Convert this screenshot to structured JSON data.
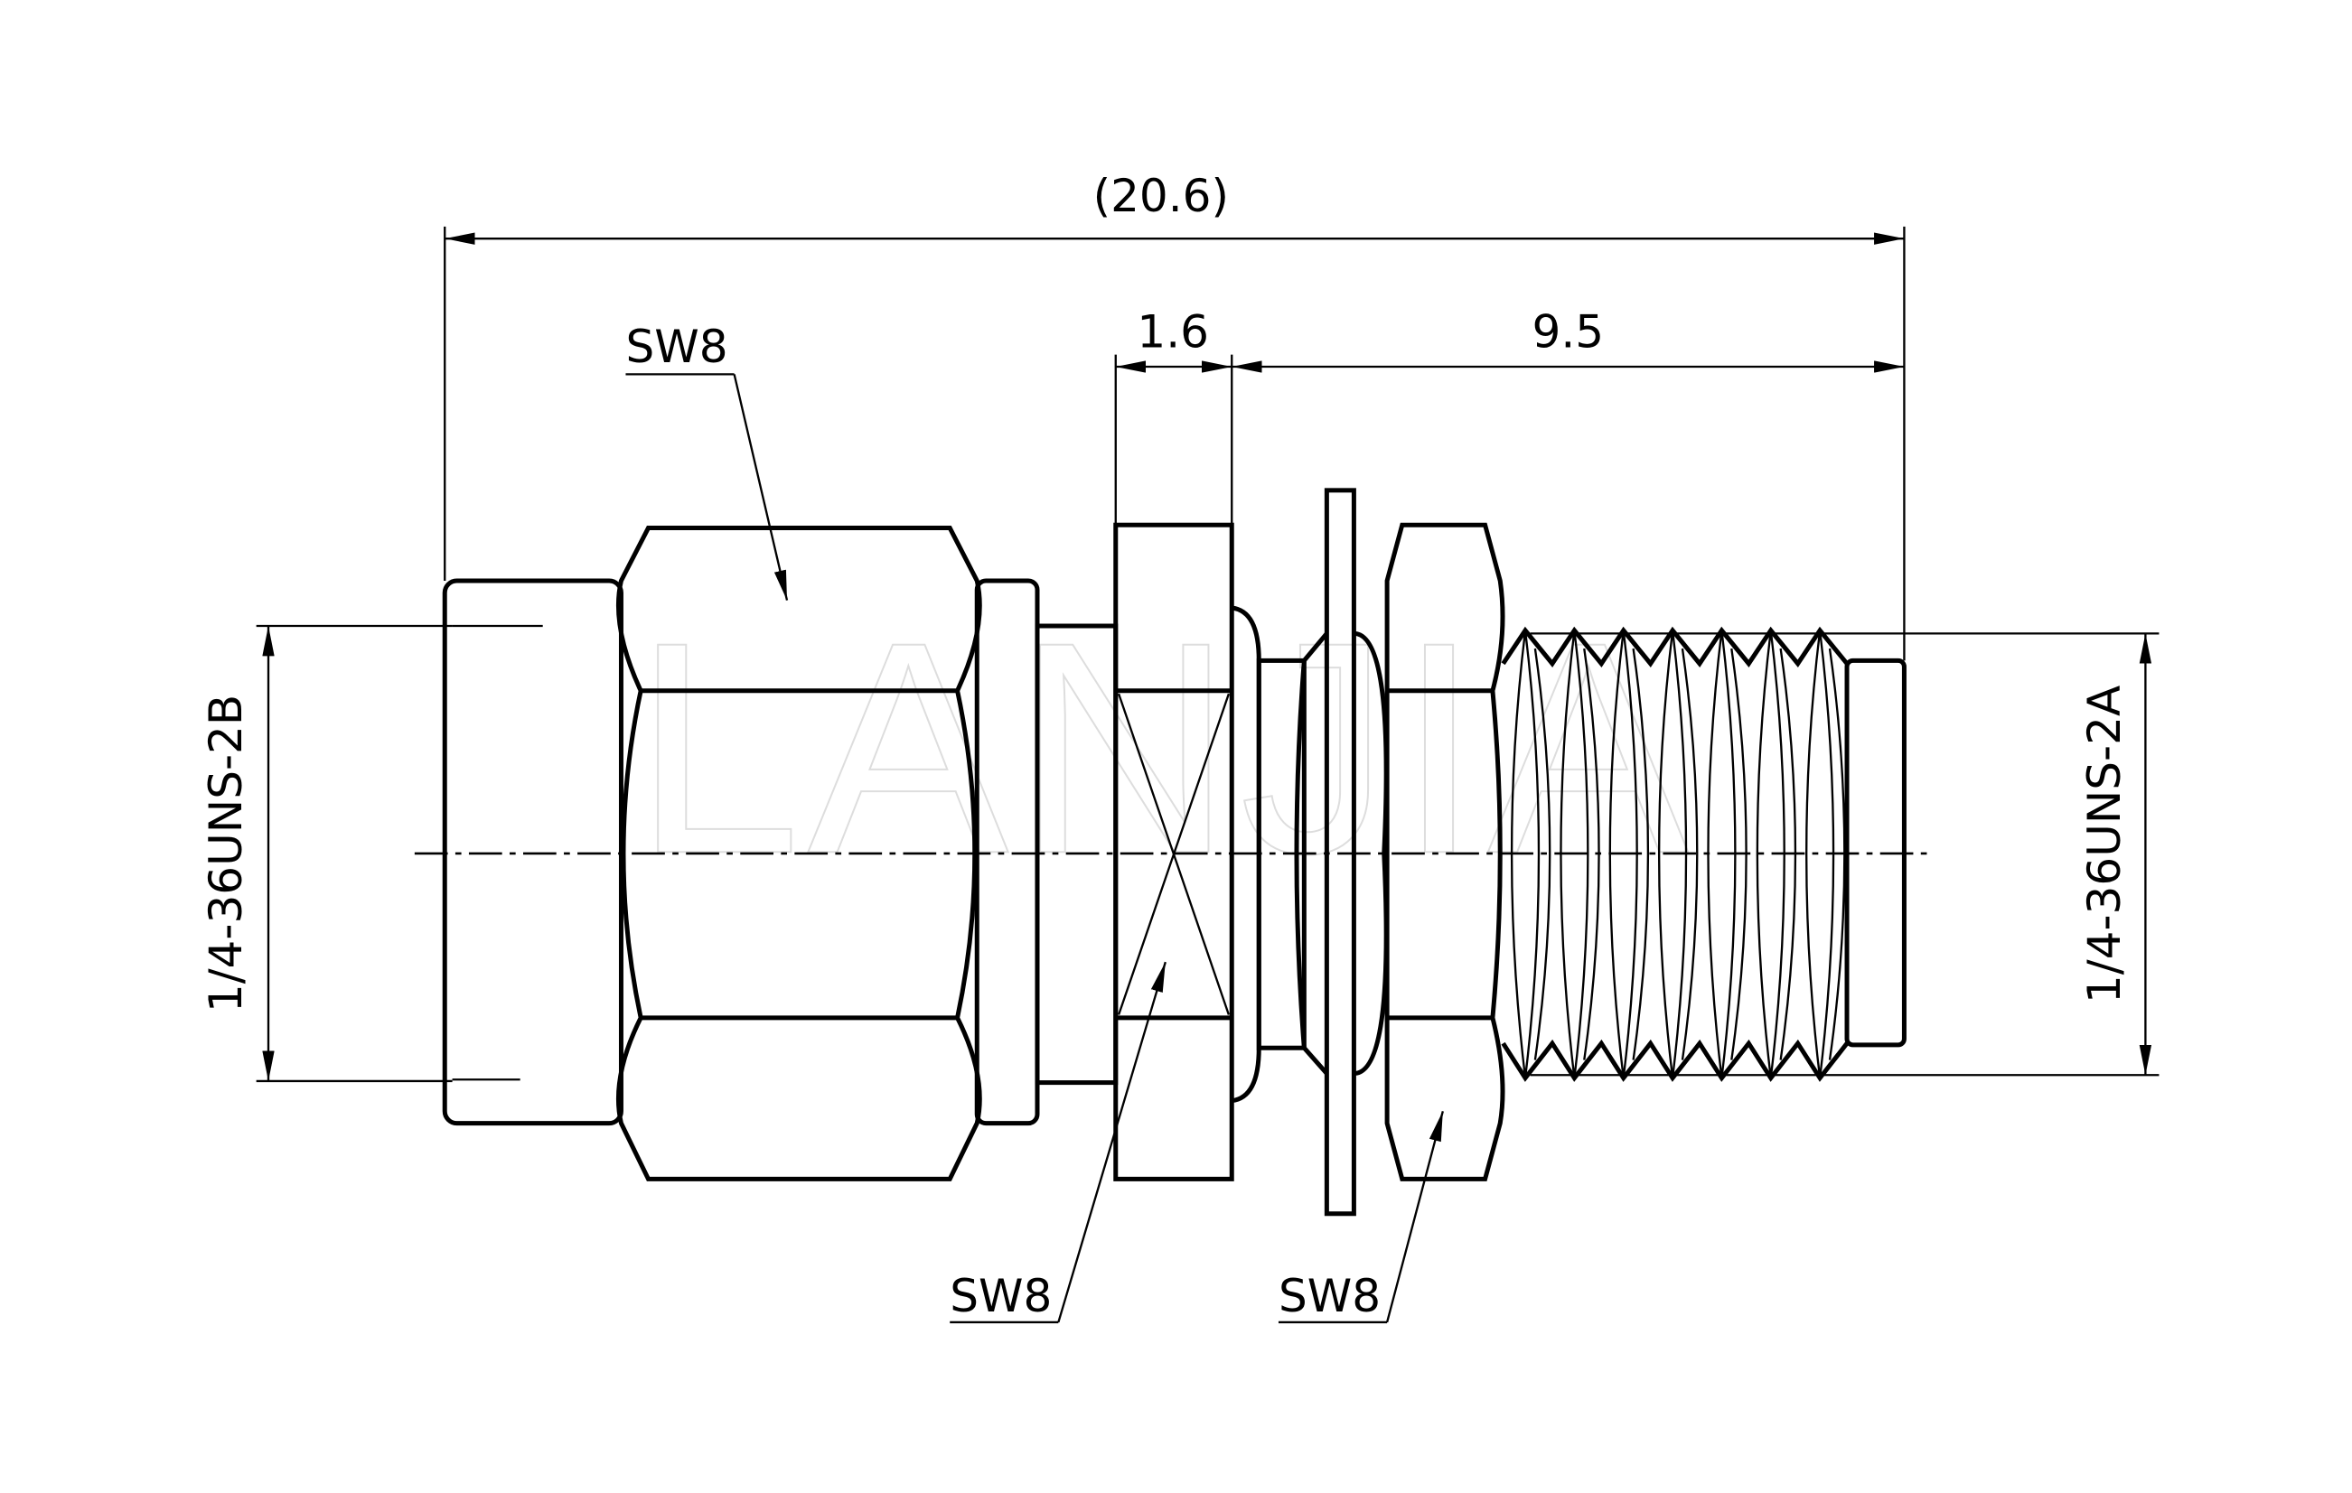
{
  "drawing": {
    "watermark": "LANJIA",
    "dimensions": {
      "overall_length": "(20.6)",
      "flange_thickness": "1.6",
      "thread_length": "9.5"
    },
    "threads": {
      "left": "1/4-36UNS-2B",
      "right": "1/4-36UNS-2A"
    },
    "wrench_sizes": {
      "coupling_nut": "SW8",
      "flange_hex": "SW8",
      "panel_nut": "SW8"
    },
    "colors": {
      "line": "#000000",
      "background": "#ffffff"
    }
  }
}
